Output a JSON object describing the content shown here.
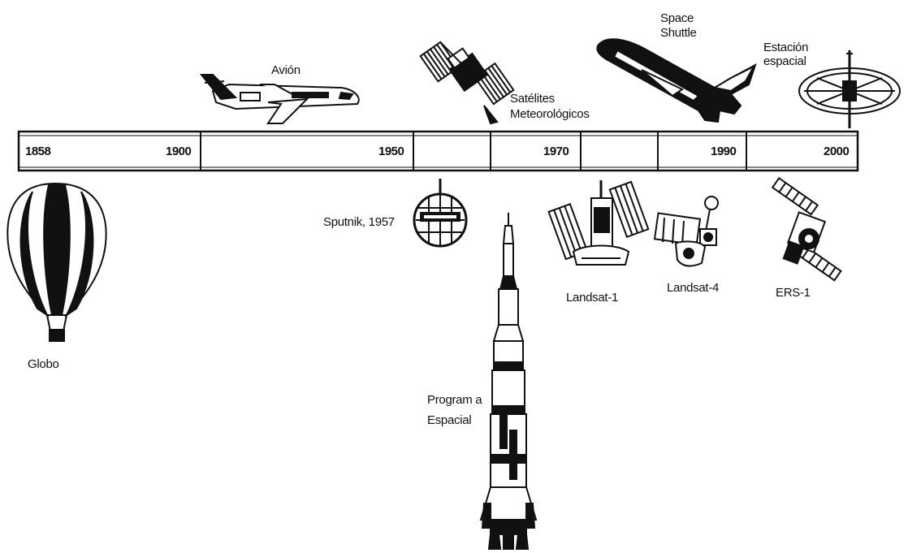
{
  "timeline": {
    "years": [
      "1858",
      "1900",
      "1950",
      "1970",
      "1990",
      "2000"
    ]
  },
  "items": {
    "globo": "Globo",
    "avion": "Avión",
    "satelites": [
      "Satélites",
      "Meteorológicos"
    ],
    "shuttle": [
      "Space",
      "Shuttle"
    ],
    "estacion": [
      "Estación",
      "espacial"
    ],
    "sputnik": "Sputnik, 1957",
    "programa": [
      "Program a",
      "Espacial"
    ],
    "landsat1": "Landsat-1",
    "landsat4": "Landsat-4",
    "ers1": "ERS-1"
  },
  "icons": [
    "balloon-icon",
    "airplane-icon",
    "weather-satellite-icon",
    "space-shuttle-icon",
    "space-station-icon",
    "sputnik-icon",
    "rocket-icon",
    "landsat-1-icon",
    "landsat-4-icon",
    "ers-1-icon"
  ]
}
